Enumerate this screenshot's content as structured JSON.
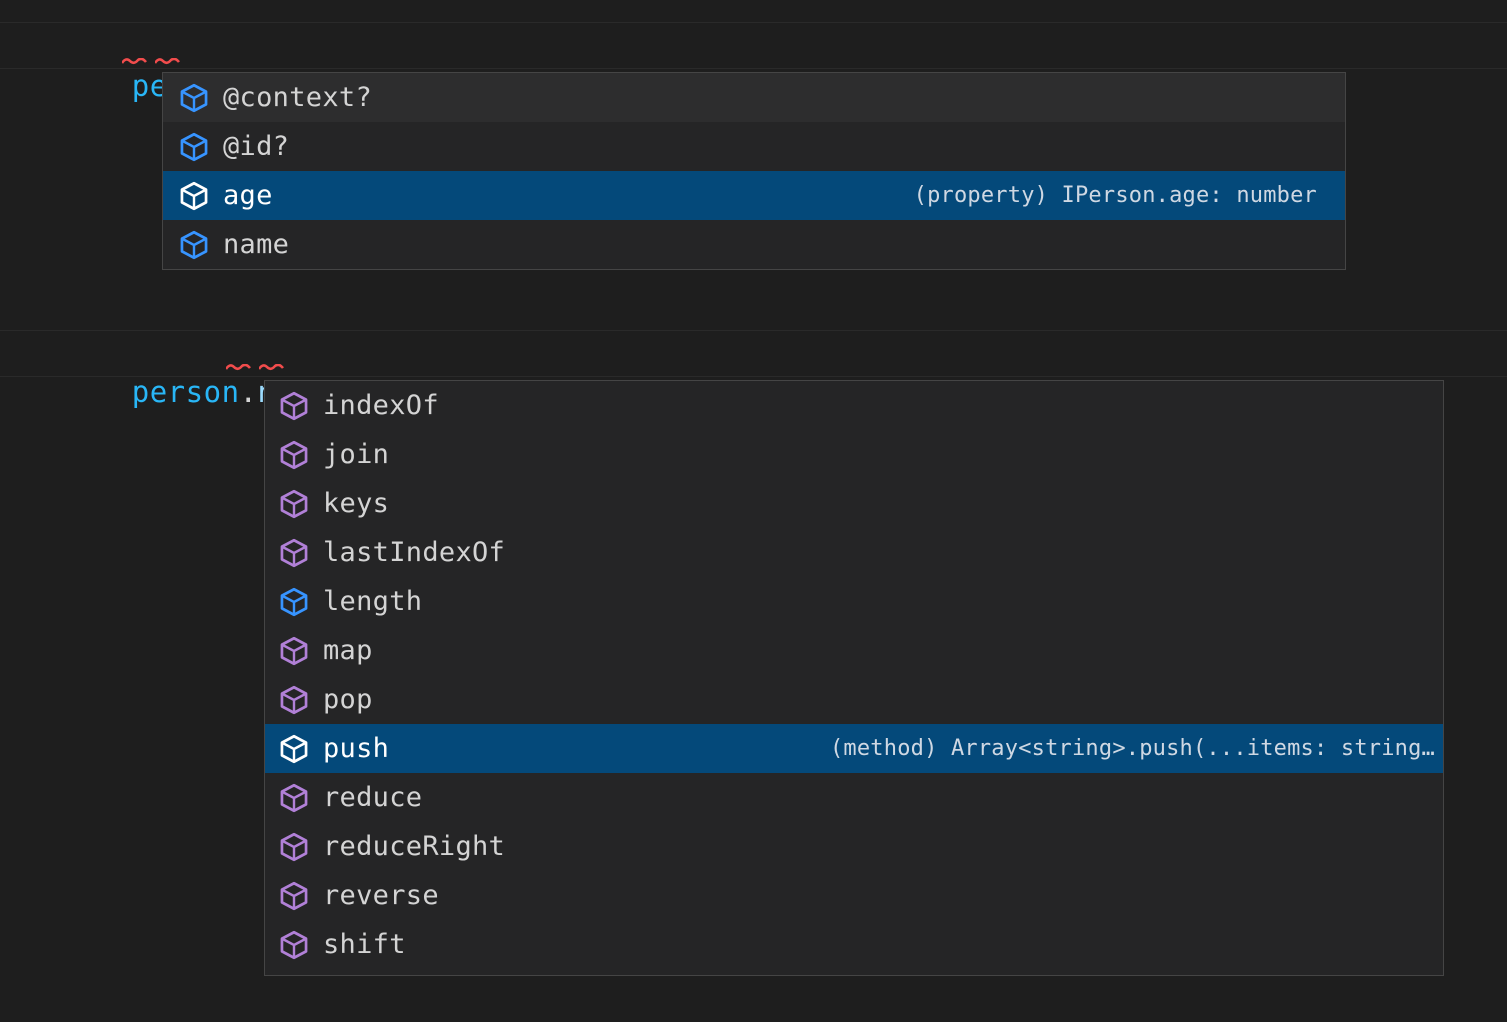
{
  "theme": {
    "editor_background": "#1e1e1e",
    "popup_background": "#252526",
    "popup_border": "#454545",
    "selection_background": "#04497a",
    "hover_background": "#2d2d2e",
    "text_color": "#d4d4d4",
    "variable_color": "#29b6f6",
    "property_color": "#9cdcfe",
    "error_squiggle_color": "#f14c4c",
    "icon_method_color": "#b180d7",
    "icon_property_color": "#3794ff",
    "icon_selected_color": "#ffffff"
  },
  "editor": {
    "lines": [
      {
        "id": "line-1",
        "segments": [
          {
            "text": "person",
            "kind": "variable"
          },
          {
            "text": ".",
            "kind": "punctuation"
          },
          {
            "text": ";",
            "kind": "punctuation"
          }
        ],
        "plain": "person.;",
        "has_error": true
      },
      {
        "id": "line-2",
        "segments": [
          {
            "text": "person",
            "kind": "variable"
          },
          {
            "text": ".",
            "kind": "punctuation"
          },
          {
            "text": "name",
            "kind": "property"
          },
          {
            "text": ".",
            "kind": "punctuation"
          },
          {
            "text": ";",
            "kind": "punctuation"
          }
        ],
        "plain": "person.name.;",
        "has_error": true
      }
    ]
  },
  "suggest_widgets": [
    {
      "id": "suggest-person",
      "trigger": "person.",
      "items": [
        {
          "label": "@context?",
          "icon": "property-cube-icon",
          "icon_kind": "property",
          "detail": "",
          "state": "hover"
        },
        {
          "label": "@id?",
          "icon": "property-cube-icon",
          "icon_kind": "property",
          "detail": "",
          "state": "normal"
        },
        {
          "label": "age",
          "icon": "property-cube-icon",
          "icon_kind": "property",
          "detail": "(property) IPerson.age: number",
          "state": "selected"
        },
        {
          "label": "name",
          "icon": "property-cube-icon",
          "icon_kind": "property",
          "detail": "",
          "state": "normal"
        }
      ]
    },
    {
      "id": "suggest-name",
      "trigger": "person.name.",
      "items": [
        {
          "label": "indexOf",
          "icon": "method-cube-icon",
          "icon_kind": "method",
          "detail": "",
          "state": "normal"
        },
        {
          "label": "join",
          "icon": "method-cube-icon",
          "icon_kind": "method",
          "detail": "",
          "state": "normal"
        },
        {
          "label": "keys",
          "icon": "method-cube-icon",
          "icon_kind": "method",
          "detail": "",
          "state": "normal"
        },
        {
          "label": "lastIndexOf",
          "icon": "method-cube-icon",
          "icon_kind": "method",
          "detail": "",
          "state": "normal"
        },
        {
          "label": "length",
          "icon": "property-cube-icon",
          "icon_kind": "property",
          "detail": "",
          "state": "normal"
        },
        {
          "label": "map",
          "icon": "method-cube-icon",
          "icon_kind": "method",
          "detail": "",
          "state": "normal"
        },
        {
          "label": "pop",
          "icon": "method-cube-icon",
          "icon_kind": "method",
          "detail": "",
          "state": "normal"
        },
        {
          "label": "push",
          "icon": "method-cube-icon",
          "icon_kind": "method",
          "detail": "(method) Array<string>.push(...items: string…",
          "state": "selected"
        },
        {
          "label": "reduce",
          "icon": "method-cube-icon",
          "icon_kind": "method",
          "detail": "",
          "state": "normal"
        },
        {
          "label": "reduceRight",
          "icon": "method-cube-icon",
          "icon_kind": "method",
          "detail": "",
          "state": "normal"
        },
        {
          "label": "reverse",
          "icon": "method-cube-icon",
          "icon_kind": "method",
          "detail": "",
          "state": "normal"
        },
        {
          "label": "shift",
          "icon": "method-cube-icon",
          "icon_kind": "method",
          "detail": "",
          "state": "normal"
        }
      ]
    }
  ]
}
